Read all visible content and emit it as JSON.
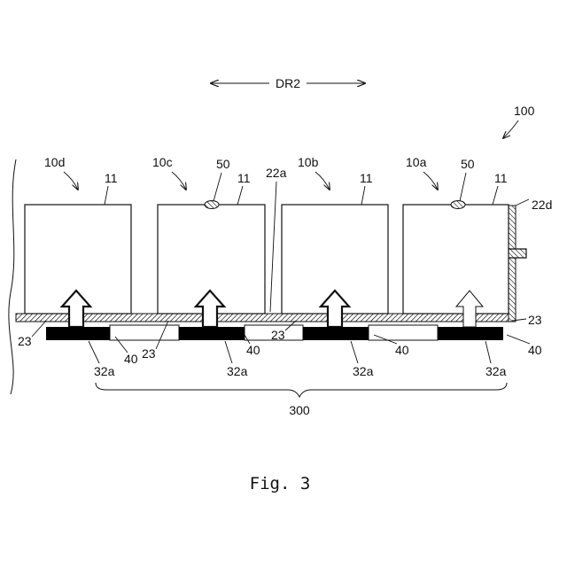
{
  "figure": {
    "caption": "Fig. 3",
    "direction_label": "DR2",
    "assembly_label": "100",
    "group_label": "300"
  },
  "cells": [
    {
      "label": "10d",
      "part": "11",
      "has_valve": false,
      "valve_label": ""
    },
    {
      "label": "10c",
      "part": "11",
      "has_valve": true,
      "valve_label": "50"
    },
    {
      "label": "10b",
      "part": "11",
      "has_valve": false,
      "valve_label": ""
    },
    {
      "label": "10a",
      "part": "11",
      "has_valve": true,
      "valve_label": "50"
    }
  ],
  "plate": {
    "label_left": "23",
    "label_right": "23",
    "label_mid1": "23",
    "label_mid2": "23",
    "wall_label": "22d",
    "inner_label": "22a"
  },
  "pads": [
    {
      "label": "32a"
    },
    {
      "label": "32a"
    },
    {
      "label": "32a"
    },
    {
      "label": "32a"
    }
  ],
  "gaps": [
    {
      "label": "40"
    },
    {
      "label": "40"
    },
    {
      "label": "40"
    },
    {
      "label": "40"
    }
  ]
}
